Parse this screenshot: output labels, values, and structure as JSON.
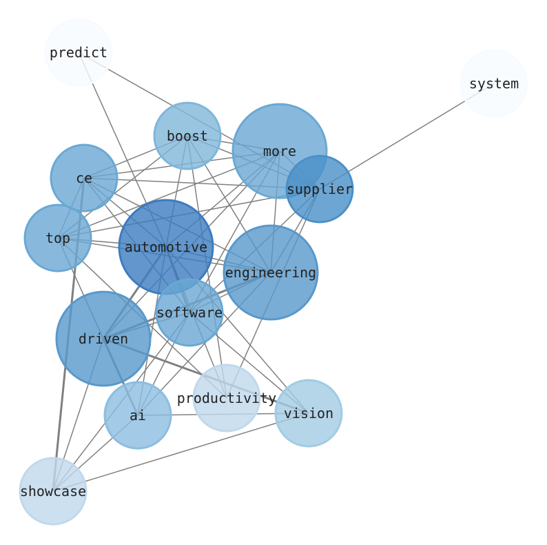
{
  "nodes": [
    {
      "id": "predict",
      "label": "predict",
      "color": "#f7fbff"
    },
    {
      "id": "system",
      "label": "system",
      "color": "#f7fbff"
    },
    {
      "id": "boost",
      "label": "boost",
      "color": "#7fb6da"
    },
    {
      "id": "more",
      "label": "more",
      "color": "#6aa8d3"
    },
    {
      "id": "supplier",
      "label": "supplier",
      "color": "#4a90c8"
    },
    {
      "id": "ce",
      "label": "ce",
      "color": "#6aa8d3"
    },
    {
      "id": "top",
      "label": "top",
      "color": "#6aa8d3"
    },
    {
      "id": "automotive",
      "label": "automotive",
      "color": "#3b7cbf"
    },
    {
      "id": "engineering",
      "label": "engineering",
      "color": "#5898cb"
    },
    {
      "id": "software",
      "label": "software",
      "color": "#6aa8d3"
    },
    {
      "id": "driven",
      "label": "driven",
      "color": "#5898cb"
    },
    {
      "id": "productivity",
      "label": "productivity",
      "color": "#c0d8ec"
    },
    {
      "id": "ai",
      "label": "ai",
      "color": "#8cbde0"
    },
    {
      "id": "vision",
      "label": "vision",
      "color": "#a2cbe4"
    },
    {
      "id": "showcase",
      "label": "showcase",
      "color": "#c0d8ec"
    }
  ],
  "edges": [
    [
      "predict",
      "automotive",
      1
    ],
    [
      "predict",
      "supplier",
      1
    ],
    [
      "system",
      "supplier",
      1
    ],
    [
      "boost",
      "ce",
      1
    ],
    [
      "boost",
      "top",
      1
    ],
    [
      "boost",
      "more",
      1
    ],
    [
      "boost",
      "supplier",
      1
    ],
    [
      "boost",
      "automotive",
      1
    ],
    [
      "boost",
      "productivity",
      1
    ],
    [
      "boost",
      "engineering",
      1
    ],
    [
      "ce",
      "more",
      1
    ],
    [
      "ce",
      "supplier",
      1
    ],
    [
      "ce",
      "top",
      1
    ],
    [
      "ce",
      "automotive",
      1
    ],
    [
      "ce",
      "engineering",
      1
    ],
    [
      "ce",
      "software",
      1
    ],
    [
      "ce",
      "showcase",
      3
    ],
    [
      "top",
      "more",
      1
    ],
    [
      "top",
      "supplier",
      1
    ],
    [
      "top",
      "automotive",
      1
    ],
    [
      "top",
      "engineering",
      1
    ],
    [
      "top",
      "ai",
      1
    ],
    [
      "top",
      "productivity",
      1
    ],
    [
      "more",
      "automotive",
      1
    ],
    [
      "more",
      "driven",
      1
    ],
    [
      "more",
      "software",
      1
    ],
    [
      "more",
      "engineering",
      1
    ],
    [
      "more",
      "supplier",
      1
    ],
    [
      "supplier",
      "engineering",
      1
    ],
    [
      "supplier",
      "software",
      1
    ],
    [
      "supplier",
      "productivity",
      1
    ],
    [
      "automotive",
      "driven",
      3
    ],
    [
      "automotive",
      "software",
      2
    ],
    [
      "automotive",
      "engineering",
      1
    ],
    [
      "automotive",
      "vision",
      1
    ],
    [
      "automotive",
      "ai",
      1
    ],
    [
      "automotive",
      "productivity",
      1
    ],
    [
      "engineering",
      "driven",
      3
    ],
    [
      "engineering",
      "software",
      1
    ],
    [
      "engineering",
      "ai",
      1
    ],
    [
      "software",
      "driven",
      1
    ],
    [
      "software",
      "ai",
      1
    ],
    [
      "software",
      "showcase",
      1
    ],
    [
      "software",
      "vision",
      1
    ],
    [
      "driven",
      "vision",
      3
    ],
    [
      "driven",
      "ai",
      3
    ],
    [
      "driven",
      "showcase",
      1
    ],
    [
      "ai",
      "vision",
      1
    ],
    [
      "ai",
      "showcase",
      1
    ],
    [
      "showcase",
      "vision",
      1
    ]
  ]
}
